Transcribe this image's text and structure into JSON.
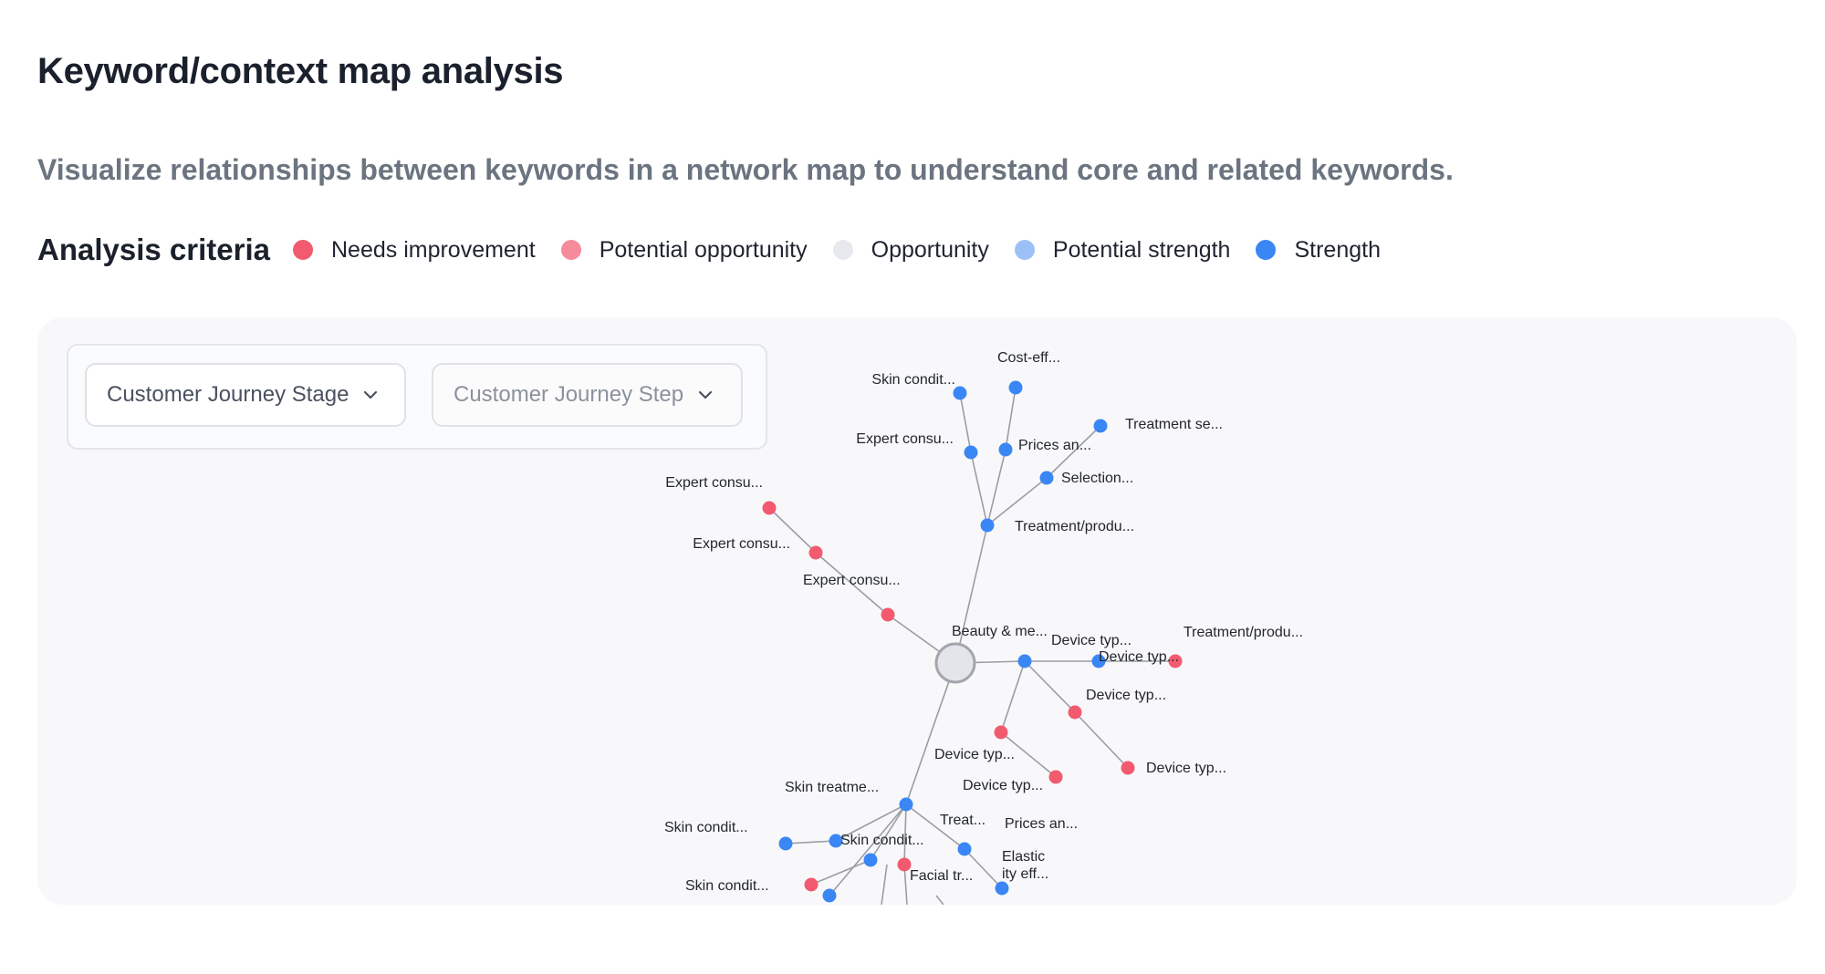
{
  "page": {
    "title": "Keyword/context map analysis",
    "description": "Visualize relationships between keywords in a network map to understand core and related keywords."
  },
  "criteria": {
    "title": "Analysis criteria",
    "items": [
      {
        "label": "Needs improvement",
        "color": "#f25a70"
      },
      {
        "label": "Potential opportunity",
        "color": "#f58b9b"
      },
      {
        "label": "Opportunity",
        "color": "#e8e9ee"
      },
      {
        "label": "Potential strength",
        "color": "#9cc0f7"
      },
      {
        "label": "Strength",
        "color": "#3a86f5"
      }
    ]
  },
  "filters": {
    "stage": {
      "value": "Customer Journey Stage"
    },
    "step": {
      "value": "Customer Journey Step"
    }
  },
  "colors": {
    "needs_improvement": "#f25a70",
    "strength": "#3a86f5",
    "center": "#e4e5ea",
    "edge": "#9a9da4"
  },
  "graph": {
    "nodes": [
      {
        "id": "center",
        "label": "Beauty & me...",
        "status": "center"
      },
      {
        "id": "tp_top",
        "label": "Treatment/produ...",
        "status": "strength"
      },
      {
        "id": "ec1",
        "label": "Expert consu...",
        "status": "strength"
      },
      {
        "id": "sc_top",
        "label": "Skin condit...",
        "status": "strength"
      },
      {
        "id": "pa_top",
        "label": "Prices an...",
        "status": "strength"
      },
      {
        "id": "ce",
        "label": "Cost-eff...",
        "status": "strength"
      },
      {
        "id": "sel",
        "label": "Selection...",
        "status": "strength"
      },
      {
        "id": "ts",
        "label": "Treatment se...",
        "status": "strength"
      },
      {
        "id": "ex3",
        "label": "Expert consu...",
        "status": "needs_improvement"
      },
      {
        "id": "ex2",
        "label": "Expert consu...",
        "status": "needs_improvement"
      },
      {
        "id": "ex1",
        "label": "Expert consu...",
        "status": "needs_improvement"
      },
      {
        "id": "dt_hub",
        "label": "Device typ...",
        "status": "strength"
      },
      {
        "id": "dt_a",
        "label": "Device typ...",
        "status": "strength"
      },
      {
        "id": "tp_r",
        "label": "Treatment/produ...",
        "status": "needs_improvement"
      },
      {
        "id": "dt_b",
        "label": "Device typ...",
        "status": "needs_improvement"
      },
      {
        "id": "dt_c",
        "label": "Device typ...",
        "status": "needs_improvement"
      },
      {
        "id": "dt_d",
        "label": "Device typ...",
        "status": "needs_improvement"
      },
      {
        "id": "dt_e",
        "label": "Device typ...",
        "status": "needs_improvement"
      },
      {
        "id": "st_hub",
        "label": "Skin treatme...",
        "status": "strength"
      },
      {
        "id": "sc_mid",
        "label": "Skin condit...",
        "status": "strength"
      },
      {
        "id": "sc_left",
        "label": "Skin condit...",
        "status": "strength"
      },
      {
        "id": "sc_low",
        "label": "Skin condit...",
        "status": "needs_improvement"
      },
      {
        "id": "b_bl",
        "label": "",
        "status": "strength"
      },
      {
        "id": "b_mid",
        "label": "",
        "status": "strength"
      },
      {
        "id": "facial",
        "label": "Facial tr...",
        "status": "needs_improvement"
      },
      {
        "id": "treat",
        "label": "Treat...",
        "status": "strength"
      },
      {
        "id": "elastic",
        "label": "Elastic ity eff...",
        "status": "strength"
      }
    ],
    "edges": [
      [
        "center",
        "tp_top"
      ],
      [
        "tp_top",
        "ec1"
      ],
      [
        "ec1",
        "sc_top"
      ],
      [
        "tp_top",
        "pa_top"
      ],
      [
        "pa_top",
        "ce"
      ],
      [
        "tp_top",
        "sel"
      ],
      [
        "sel",
        "ts"
      ],
      [
        "center",
        "ex3"
      ],
      [
        "ex3",
        "ex2"
      ],
      [
        "ex2",
        "ex1"
      ],
      [
        "center",
        "dt_hub"
      ],
      [
        "dt_hub",
        "dt_a"
      ],
      [
        "dt_a",
        "tp_r"
      ],
      [
        "dt_hub",
        "dt_b"
      ],
      [
        "dt_b",
        "dt_c"
      ],
      [
        "dt_hub",
        "dt_d"
      ],
      [
        "dt_d",
        "dt_e"
      ],
      [
        "center",
        "st_hub"
      ],
      [
        "st_hub",
        "sc_mid"
      ],
      [
        "sc_mid",
        "sc_left"
      ],
      [
        "st_hub",
        "b_mid"
      ],
      [
        "b_mid",
        "sc_low"
      ],
      [
        "st_hub",
        "facial"
      ],
      [
        "st_hub",
        "treat"
      ],
      [
        "treat",
        "elastic"
      ],
      [
        "st_hub",
        "b_bl"
      ]
    ],
    "extra_labels": [
      "Prices an..."
    ]
  }
}
